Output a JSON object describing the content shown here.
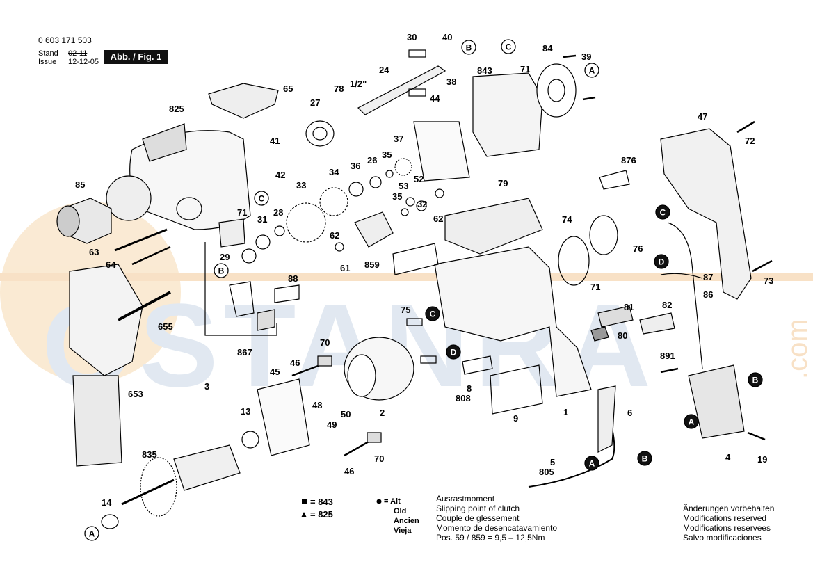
{
  "header": {
    "part_number": "0 603 171 503",
    "stand_label": "Stand",
    "issue_label": "Issue",
    "stand_date": "02-11",
    "issue_date": "12-12-05",
    "figure_label": "Abb. / Fig. 1"
  },
  "watermark": {
    "text": "OSTANRA",
    "suffix": ".com"
  },
  "callouts": [
    "30",
    "40",
    "84",
    "39",
    "24",
    "843",
    "71",
    "1/2\"",
    "78",
    "27",
    "38",
    "65",
    "44",
    "825",
    "41",
    "37",
    "36",
    "26",
    "35",
    "42",
    "34",
    "33",
    "53",
    "52",
    "32",
    "85",
    "71",
    "31",
    "28",
    "35",
    "62",
    "29",
    "62",
    "63",
    "61",
    "859",
    "64",
    "79",
    "74",
    "876",
    "47",
    "72",
    "76",
    "88",
    "87",
    "86",
    "73",
    "655",
    "75",
    "71",
    "81",
    "82",
    "70",
    "867",
    "80",
    "46",
    "45",
    "3",
    "48",
    "50",
    "49",
    "2",
    "8",
    "808",
    "9",
    "1",
    "6",
    "891",
    "653",
    "13",
    "835",
    "70",
    "46",
    "5",
    "805",
    "4",
    "19",
    "14"
  ],
  "letter_markers": [
    "A",
    "B",
    "C",
    "D"
  ],
  "legend": {
    "square_label": "= 843",
    "triangle_label": "= 825",
    "old_marker_label": "= Alt",
    "old_words": [
      "Old",
      "Ancien",
      "Vieja"
    ]
  },
  "clutch_note": {
    "line1": "Ausrastmoment",
    "line2": "Slipping point of clutch",
    "line3": "Couple de glessement",
    "line4": "Momento de desencatavamiento",
    "line5": "Pos.  59 / 859  =  9,5 – 12,5Nm"
  },
  "modifications": {
    "line1": "Änderungen vorbehalten",
    "line2": "Modifications reserved",
    "line3": "Modifications reservees",
    "line4": "Salvo modificaciones"
  },
  "colors": {
    "watermark": "#c9d7e6",
    "watermark_accent": "#f2c38c",
    "line": "#000000"
  }
}
